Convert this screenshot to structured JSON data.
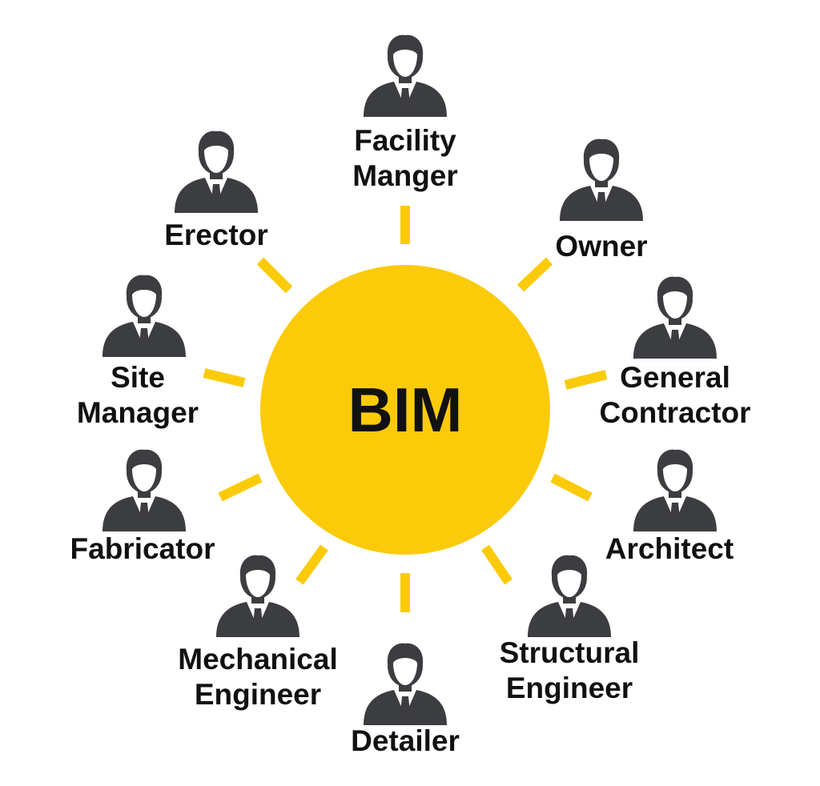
{
  "colors": {
    "hub": "#FBCB0A",
    "rays": "#FBCB0A",
    "person": "#3C3D41",
    "text": "#111111"
  },
  "hub": {
    "label": "BIM"
  },
  "icons": {
    "person": "businessman-icon"
  },
  "roles": [
    {
      "id": "facility-manager",
      "lines": [
        "Facility",
        "Manger"
      ]
    },
    {
      "id": "owner",
      "lines": [
        "Owner"
      ]
    },
    {
      "id": "general-contractor",
      "lines": [
        "General",
        "Contractor"
      ]
    },
    {
      "id": "architect",
      "lines": [
        "Architect"
      ]
    },
    {
      "id": "structural-engineer",
      "lines": [
        "Structural",
        "Engineer"
      ]
    },
    {
      "id": "detailer",
      "lines": [
        "Detailer"
      ]
    },
    {
      "id": "mechanical-engineer",
      "lines": [
        "Mechanical",
        "Engineer"
      ]
    },
    {
      "id": "fabricator",
      "lines": [
        "Fabricator"
      ]
    },
    {
      "id": "site-manager",
      "lines": [
        "Site",
        "Manager"
      ]
    },
    {
      "id": "erector",
      "lines": [
        "Erector"
      ]
    }
  ]
}
